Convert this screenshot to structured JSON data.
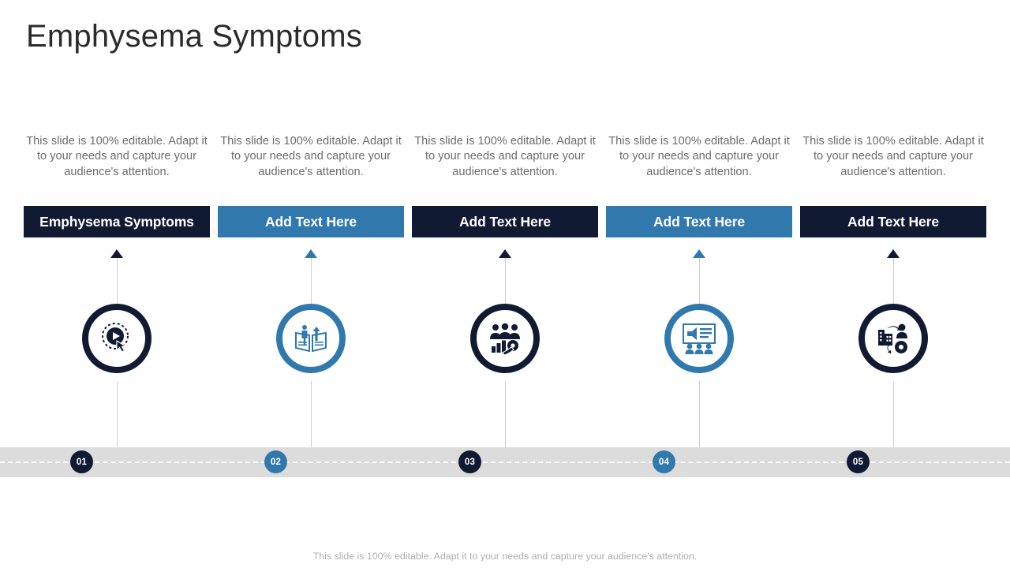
{
  "slide": {
    "title": "Emphysema Symptoms",
    "footer_note": "This slide is 100% editable. Adapt it to your needs and capture your audience's attention.",
    "colors": {
      "navy": "#101b33",
      "blue": "#3179ad",
      "band": "#dcdcdc",
      "body_text": "#6d6d6d",
      "title_text": "#2b2b2b",
      "footer_text": "#b0b0b0"
    }
  },
  "columns": [
    {
      "marker": "01",
      "theme": "navy",
      "description": "This slide is 100% editable. Adapt it to your needs and capture your audience's attention.",
      "banner_label": "Emphysema Symptoms",
      "icon_name": "play-button-click-icon"
    },
    {
      "marker": "02",
      "theme": "blue",
      "description": "This slide is 100% editable. Adapt it to your needs and capture your audience's attention.",
      "banner_label": "Add Text Here",
      "icon_name": "open-book-growth-icon"
    },
    {
      "marker": "03",
      "theme": "navy",
      "description": "This slide is 100% editable. Adapt it to your needs and capture your audience's attention.",
      "banner_label": "Add Text Here",
      "icon_name": "team-chart-gear-icon"
    },
    {
      "marker": "04",
      "theme": "blue",
      "description": "This slide is 100% editable. Adapt it to your needs and capture your audience's attention.",
      "banner_label": "Add Text Here",
      "icon_name": "presentation-megaphone-audience-icon"
    },
    {
      "marker": "05",
      "theme": "navy",
      "description": "This slide is 100% editable. Adapt it to your needs and capture your audience's attention.",
      "banner_label": "Add Text Here",
      "icon_name": "building-person-gear-icon"
    }
  ]
}
